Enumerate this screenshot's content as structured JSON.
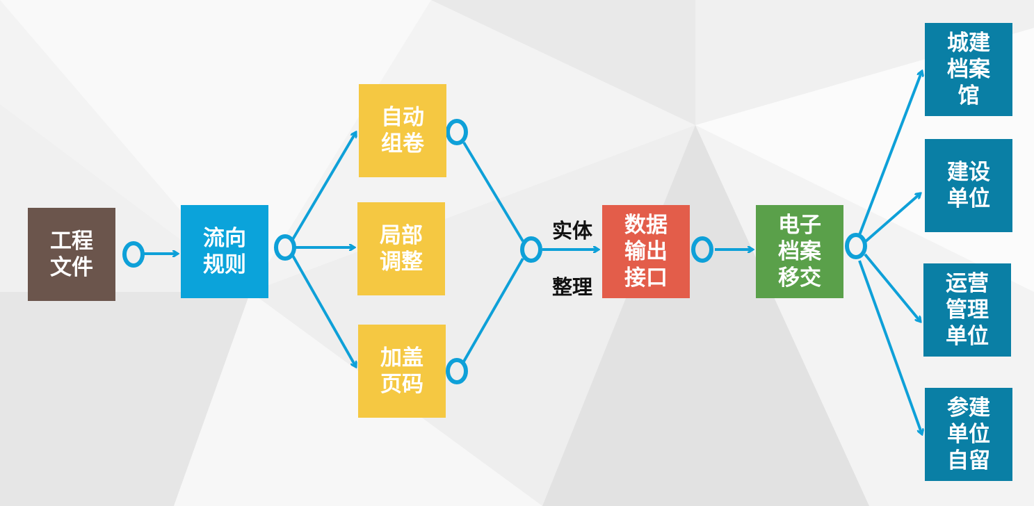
{
  "colors": {
    "arrow": "#0ea0d8",
    "brown": "#6b554c",
    "blue": "#0ba3da",
    "yellow": "#f5c842",
    "red": "#e35d4a",
    "green": "#5aa04a",
    "teal": "#0a7fa5"
  },
  "nodes": {
    "engineering_file": "工程\n文件",
    "flow_rule": "流向\n规则",
    "auto_volume": "自动\n组卷",
    "local_adjust": "局部\n调整",
    "page_number": "加盖\n页码",
    "data_output": "数据\n输出\n接口",
    "e_archive": "电子\n档案\n移交",
    "urban_archive": "城建\n档案\n馆",
    "construction_unit": "建设\n单位",
    "operation_unit": "运营\n管理\n单位",
    "participant_unit": "参建\n单位\n自留"
  },
  "labels": {
    "entity": "实体",
    "arrange": "整理"
  }
}
